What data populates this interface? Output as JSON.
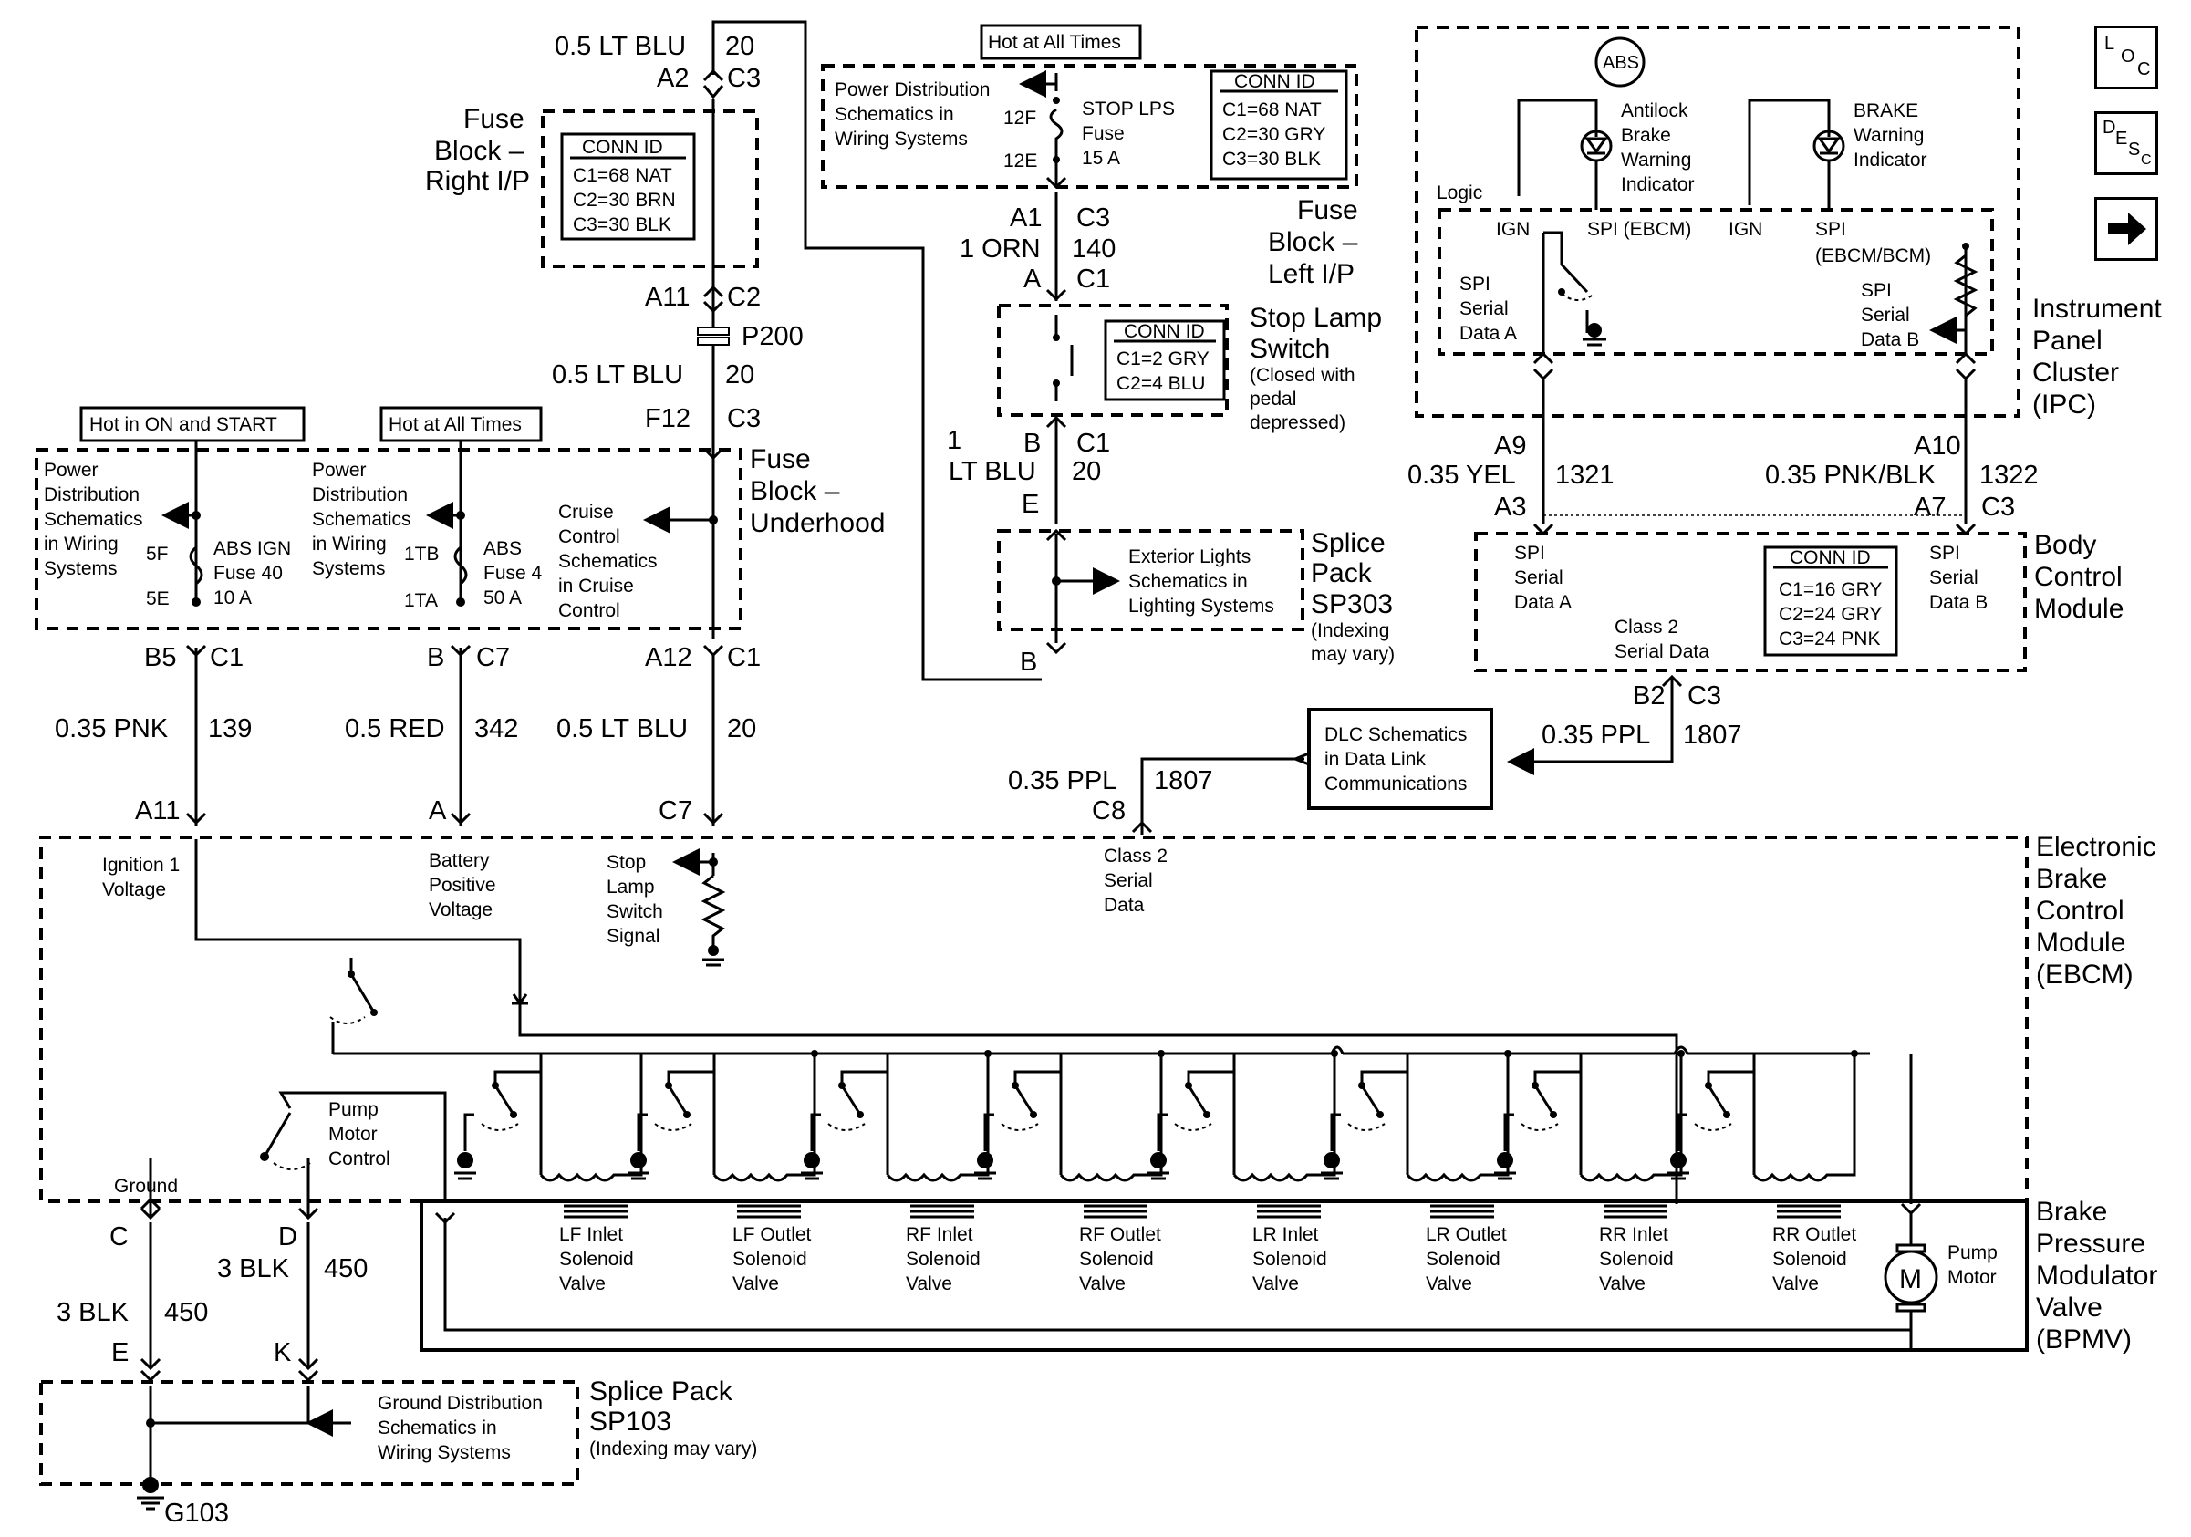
{
  "nav": {
    "loc": [
      "L",
      "O",
      "C"
    ],
    "desc": [
      "D",
      "E",
      "S"
    ],
    "desc_sub": "C",
    "next_arrow": "arrow-right-icon"
  },
  "labels": {
    "wire_top": "0.5 LT BLU",
    "wire_top_num": "20",
    "pin_a2": "A2",
    "pin_c3_top": "C3",
    "fb_right_title": [
      "Fuse",
      "Block –",
      "Right I/P"
    ],
    "conn_id": "CONN ID",
    "fb_right_conn": [
      "C1=68 NAT",
      "C2=30 BRN",
      "C3=30 BLK"
    ],
    "pin_a11_top": "A11",
    "pin_c2": "C2",
    "p200": "P200",
    "wire_ltblu2": "0.5 LT BLU",
    "wire_ltblu2_num": "20",
    "pin_f12": "F12",
    "pin_c3_f12": "C3",
    "hot_on_start": "Hot in ON and START",
    "hot_all1": "Hot at All Times",
    "hot_all2": "Hot at All Times",
    "pds_lines": [
      "Power",
      "Distribution",
      "Schematics",
      "in Wiring",
      "Systems"
    ],
    "pin_5f": "5F",
    "pin_5e": "5E",
    "abs_ign": [
      "ABS IGN",
      "Fuse 40",
      "10 A"
    ],
    "pin_1tb": "1TB",
    "pin_1ta": "1TA",
    "abs_fuse4": [
      "ABS",
      "Fuse 4",
      "50 A"
    ],
    "cruise": [
      "Cruise",
      "Control",
      "Schematics",
      "in Cruise",
      "Control"
    ],
    "fb_under_title": [
      "Fuse",
      "Block –",
      "Underhood"
    ],
    "pin_b5": "B5",
    "pin_c1_b5": "C1",
    "wire_pnk": "0.35 PNK",
    "wire_pnk_num": "139",
    "pin_b_c7": "B",
    "pin_c7_b": "C7",
    "wire_red": "0.5 RED",
    "wire_red_num": "342",
    "pin_a12": "A12",
    "pin_c1_a12": "C1",
    "wire_ltblu3": "0.5 LT BLU",
    "wire_ltblu3_num": "20",
    "pin_a11_ebcm": "A11",
    "pin_a_ebcm": "A",
    "pin_c7_ebcm": "C7",
    "ign1": [
      "Ignition 1",
      "Voltage"
    ],
    "batt": [
      "Battery",
      "Positive",
      "Voltage"
    ],
    "stoplamp_sig": [
      "Stop",
      "Lamp",
      "Switch",
      "Signal"
    ],
    "hot_all3": "Hot at All Times",
    "pds_left": [
      "Power Distribution",
      "Schematics in",
      "Wiring Systems"
    ],
    "pin_12f": "12F",
    "pin_12e": "12E",
    "stop_lps": [
      "STOP LPS",
      "Fuse",
      "15 A"
    ],
    "fb_left_conn": [
      "C1=68 NAT",
      "C2=30 GRY",
      "C3=30 BLK"
    ],
    "fb_left_title": [
      "Fuse",
      "Block –",
      "Left I/P"
    ],
    "pin_a1": "A1",
    "pin_c3_a1": "C3",
    "wire_orn": "1 ORN",
    "wire_orn_num": "140",
    "pin_a_sw": "A",
    "pin_c1_sw": "C1",
    "sls_conn": [
      "C1=2 GRY",
      "C2=4 BLU"
    ],
    "sls_title": [
      "Stop Lamp",
      "Switch"
    ],
    "sls_note": [
      "(Closed with",
      "pedal",
      "depressed)"
    ],
    "pin_b_sw": "B",
    "pin_c1_sw2": "C1",
    "wire_1": "1",
    "wire_ltblu4": "LT BLU",
    "wire_ltblu4_num": "20",
    "pin_e_sp303": "E",
    "ext_lights": [
      "Exterior Lights",
      "Schematics in",
      "Lighting Systems"
    ],
    "sp303_title": [
      "Splice",
      "Pack",
      "SP303"
    ],
    "sp303_note": [
      "(Indexing",
      "may vary)"
    ],
    "pin_b_sp303": "B",
    "abs_symbol": "ABS",
    "ipc_abs": [
      "Antilock",
      "Brake",
      "Warning",
      "Indicator"
    ],
    "ipc_brake": [
      "BRAKE",
      "Warning",
      "Indicator"
    ],
    "logic": "Logic",
    "ign_a": "IGN",
    "spi_ebcm": "SPI (EBCM)",
    "ign_b": "IGN",
    "spi_bcm": [
      "SPI",
      "(EBCM/BCM)"
    ],
    "spi_a": [
      "SPI",
      "Serial",
      "Data A"
    ],
    "spi_b": [
      "SPI",
      "Serial",
      "Data B"
    ],
    "ipc_title": [
      "Instrument",
      "Panel",
      "Cluster",
      "(IPC)"
    ],
    "pin_a9": "A9",
    "wire_yel": "0.35 YEL",
    "wire_yel_num": "1321",
    "pin_a3": "A3",
    "pin_a10": "A10",
    "wire_pnkblk": "0.35 PNK/BLK",
    "wire_pnkblk_num": "1322",
    "pin_a7": "A7",
    "pin_c3_bcm": "C3",
    "bcm_spi_a": [
      "SPI",
      "Serial",
      "Data A"
    ],
    "bcm_class2": [
      "Class 2",
      "Serial Data"
    ],
    "bcm_spi_b": [
      "SPI",
      "Serial",
      "Data B"
    ],
    "bcm_conn": [
      "C1=16 GRY",
      "C2=24 GRY",
      "C3=24 PNK"
    ],
    "bcm_title": [
      "Body",
      "Control",
      "Module"
    ],
    "pin_b2": "B2",
    "pin_c3_b2": "C3",
    "wire_ppl1": "0.35 PPL",
    "wire_ppl1_num": "1807",
    "dlc": [
      "DLC Schematics",
      "in Data Link",
      "Communications"
    ],
    "wire_ppl2": "0.35 PPL",
    "wire_ppl2_num": "1807",
    "pin_c8": "C8",
    "class2_ebcm": [
      "Class 2",
      "Serial",
      "Data"
    ],
    "ebcm_title": [
      "Electronic",
      "Brake",
      "Control",
      "Module",
      "(EBCM)"
    ],
    "pump_ctrl": [
      "Pump",
      "Motor",
      "Control"
    ],
    "ground_label": "Ground",
    "valves": [
      [
        "LF Inlet",
        "Solenoid",
        "Valve"
      ],
      [
        "LF Outlet",
        "Solenoid",
        "Valve"
      ],
      [
        "RF Inlet",
        "Solenoid",
        "Valve"
      ],
      [
        "RF Outlet",
        "Solenoid",
        "Valve"
      ],
      [
        "LR Inlet",
        "Solenoid",
        "Valve"
      ],
      [
        "LR Outlet",
        "Solenoid",
        "Valve"
      ],
      [
        "RR Inlet",
        "Solenoid",
        "Valve"
      ],
      [
        "RR Outlet",
        "Solenoid",
        "Valve"
      ]
    ],
    "pump_motor": [
      "Pump",
      "Motor"
    ],
    "motor_m": "M",
    "bpmv_title": [
      "Brake",
      "Pressure",
      "Modulator",
      "Valve",
      "(BPMV)"
    ],
    "pin_c_gnd": "C",
    "pin_d_gnd": "D",
    "wire_blk1": "3 BLK",
    "wire_blk1_num": "450",
    "wire_blk2": "3 BLK",
    "wire_blk2_num": "450",
    "pin_e_gnd": "E",
    "pin_k_gnd": "K",
    "gnd_dist": [
      "Ground Distribution",
      "Schematics in",
      "Wiring Systems"
    ],
    "sp103_title": [
      "Splice Pack",
      "SP103"
    ],
    "sp103_note": "(Indexing may vary)",
    "g103": "G103"
  }
}
